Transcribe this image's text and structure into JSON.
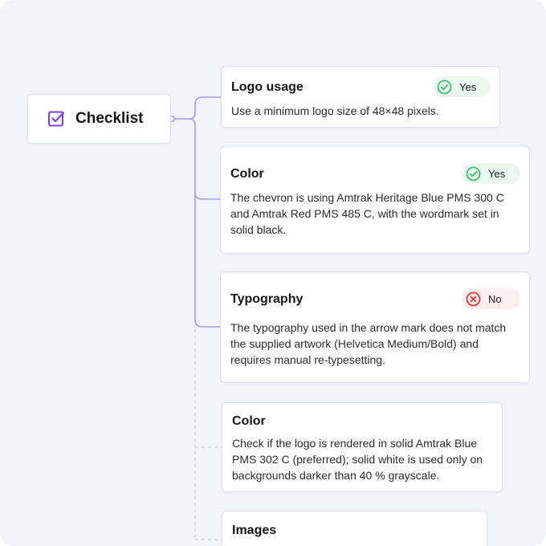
{
  "root": {
    "label": "Checklist",
    "icon": "checkbox-checked-icon",
    "accent": "#7b3fe4"
  },
  "colors": {
    "connector": "#a89be8",
    "yes": "#3cc26f",
    "no": "#e8323c"
  },
  "items": [
    {
      "title": "Logo usage",
      "status": "yes",
      "status_label": "Yes",
      "body": "Use a minimum logo size of 48×48 pixels."
    },
    {
      "title": "Color",
      "status": "yes",
      "status_label": "Yes",
      "body": "The chevron is using Amtrak Heritage Blue PMS 300 C and Amtrak Red PMS 485 C, with the wordmark set in solid black."
    },
    {
      "title": "Typography",
      "status": "no",
      "status_label": "No",
      "body": "The typography used in the arrow mark does not match the supplied artwork (Helvetica Medium/Bold) and requires manual re-typesetting."
    },
    {
      "title": "Color",
      "body": "Check if the logo is rendered in solid Amtrak Blue PMS 302 C (preferred); solid white is used only on backgrounds darker than 40 % grayscale."
    },
    {
      "title": "Images",
      "body": ""
    }
  ]
}
